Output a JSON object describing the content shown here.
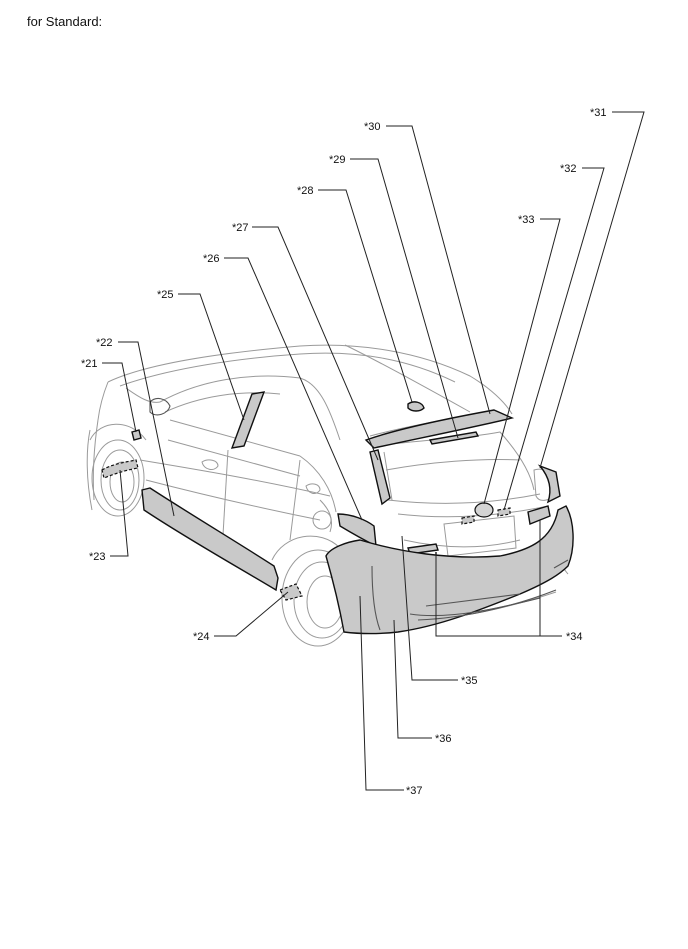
{
  "header": {
    "title": "for Standard:"
  },
  "callouts": {
    "c21": "*21",
    "c22": "*22",
    "c23": "*23",
    "c24": "*24",
    "c25": "*25",
    "c26": "*26",
    "c27": "*27",
    "c28": "*28",
    "c29": "*29",
    "c30": "*30",
    "c31": "*31",
    "c32": "*32",
    "c33": "*33",
    "c34": "*34",
    "c35": "*35",
    "c36": "*36",
    "c37": "*37"
  }
}
